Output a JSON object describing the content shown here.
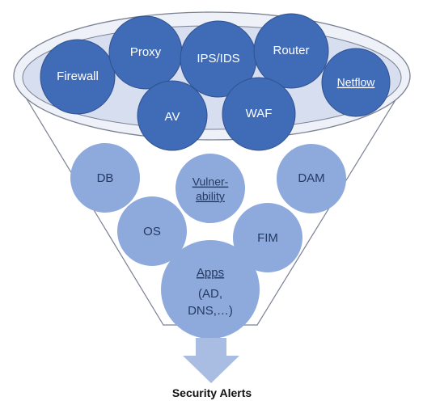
{
  "funnel_top": [
    {
      "id": "firewall",
      "label": "Firewall"
    },
    {
      "id": "proxy",
      "label": "Proxy"
    },
    {
      "id": "ips-ids",
      "label": "IPS/IDS"
    },
    {
      "id": "router",
      "label": "Router"
    },
    {
      "id": "netflow",
      "label": "Netflow"
    },
    {
      "id": "av",
      "label": "AV"
    },
    {
      "id": "waf",
      "label": "WAF"
    }
  ],
  "funnel_lower": [
    {
      "id": "db",
      "label": "DB"
    },
    {
      "id": "vulnerability",
      "line1": "Vulner-",
      "line2": "ability"
    },
    {
      "id": "dam",
      "label": "DAM"
    },
    {
      "id": "os",
      "label": "OS"
    },
    {
      "id": "fim",
      "label": "FIM"
    },
    {
      "id": "apps",
      "line1": "Apps",
      "line2": "(AD,",
      "line3": "DNS,…)"
    }
  ],
  "output": {
    "label": "Security Alerts"
  },
  "colors": {
    "top_circle": "#3f6bb7",
    "lower_circle": "#8ea9db",
    "funnel_rim": "#d7def0",
    "arrow": "#a9bde3"
  }
}
